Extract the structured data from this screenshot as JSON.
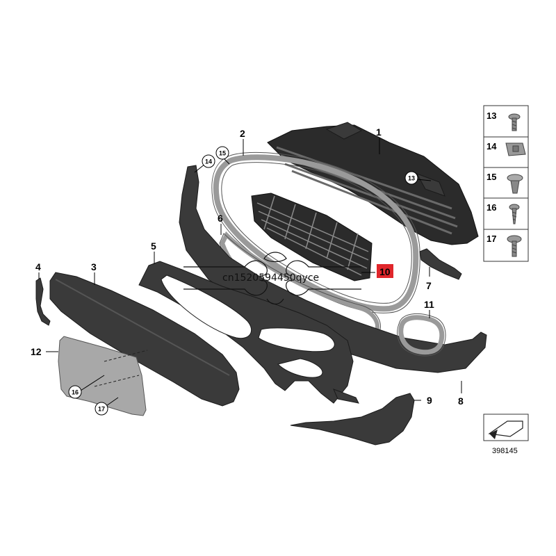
{
  "parts": [
    {
      "id": "part-1",
      "label": "1"
    },
    {
      "id": "part-2",
      "label": "2"
    },
    {
      "id": "part-3",
      "label": "3"
    },
    {
      "id": "part-4",
      "label": "4"
    },
    {
      "id": "part-5",
      "label": "5"
    },
    {
      "id": "part-6",
      "label": "6"
    },
    {
      "id": "part-7",
      "label": "7"
    },
    {
      "id": "part-8",
      "label": "8"
    },
    {
      "id": "part-9",
      "label": "9"
    },
    {
      "id": "part-10",
      "label": "10"
    },
    {
      "id": "part-11",
      "label": "11"
    },
    {
      "id": "part-12",
      "label": "12"
    }
  ],
  "circled_refs": {
    "c13": "13",
    "c14": "14",
    "c15": "15",
    "c16": "16",
    "c17": "17"
  },
  "legend": [
    {
      "num": "13",
      "icon": "washer-screw-icon"
    },
    {
      "num": "14",
      "icon": "clip-nut-icon"
    },
    {
      "num": "15",
      "icon": "expanding-rivet-icon"
    },
    {
      "num": "16",
      "icon": "self-tapping-screw-icon"
    },
    {
      "num": "17",
      "icon": "collar-screw-icon"
    }
  ],
  "watermark": "cn1520594450qyce",
  "diagram_number": "398145",
  "colors": {
    "part_dark": "#3a3a3a",
    "trim_silver": "#9a9a9a",
    "plate_grey": "#a8a8a8",
    "highlight_red": "#e0262b"
  }
}
